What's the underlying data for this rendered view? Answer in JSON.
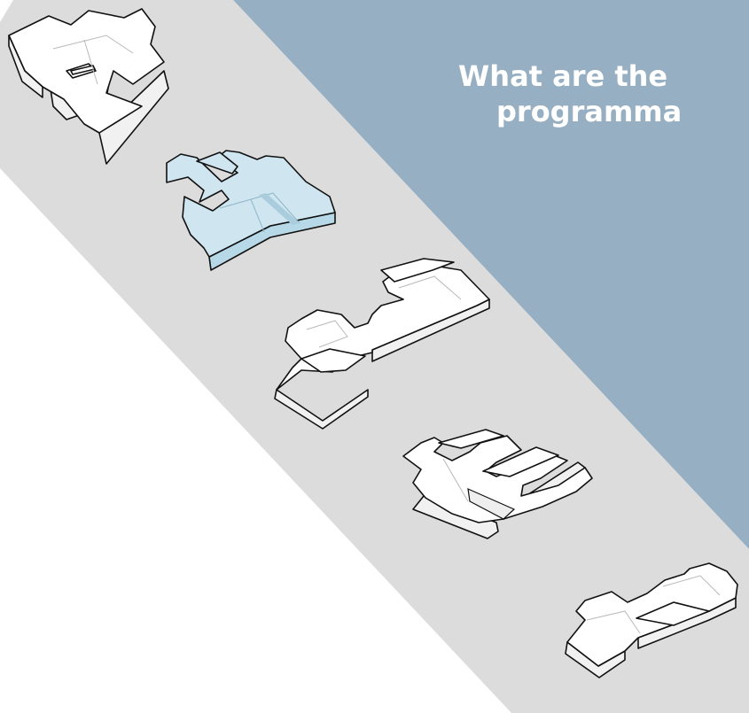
{
  "heading": {
    "line1": "What are the",
    "line2": "programma"
  },
  "colors": {
    "panel_blue": "#96afc2",
    "strip_gray": "#dcdcdc",
    "highlight_blue": "#cfe6f0"
  },
  "buildings": [
    {
      "name": "building-model-1",
      "highlighted": false
    },
    {
      "name": "building-model-2",
      "highlighted": true
    },
    {
      "name": "building-model-3",
      "highlighted": false
    },
    {
      "name": "building-model-4",
      "highlighted": false
    },
    {
      "name": "building-model-5",
      "highlighted": false
    }
  ]
}
